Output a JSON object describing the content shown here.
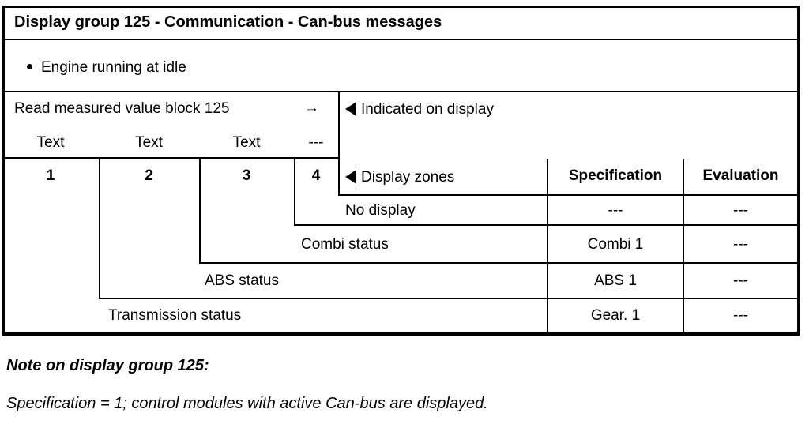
{
  "title": "Display group 125 - Communication - Can-bus messages",
  "condition": "Engine running at idle",
  "read_block": {
    "label": "Read measured value block 125",
    "arrow": "→",
    "fields": [
      "Text",
      "Text",
      "Text",
      "---"
    ]
  },
  "display_header": {
    "indicated_label": "Indicated on display",
    "zones_label": "Display zones",
    "zone_numbers": [
      "1",
      "2",
      "3",
      "4"
    ],
    "specification_label": "Specification",
    "evaluation_label": "Evaluation"
  },
  "rows": [
    {
      "label": "No display",
      "specification": "---",
      "evaluation": "---"
    },
    {
      "label": "Combi status",
      "specification": "Combi 1",
      "evaluation": "---"
    },
    {
      "label": "ABS status",
      "specification": "ABS 1",
      "evaluation": "---"
    },
    {
      "label": "Transmission status",
      "specification": "Gear. 1",
      "evaluation": "---"
    }
  ],
  "notes": {
    "heading": "Note on display group 125:",
    "body": "Specification = 1; control modules with active Can-bus are displayed."
  },
  "icons": {
    "left_triangle": "left-triangle-icon",
    "bullet": "bullet-icon"
  },
  "colors": {
    "ink": "#000000",
    "paper": "#ffffff"
  }
}
